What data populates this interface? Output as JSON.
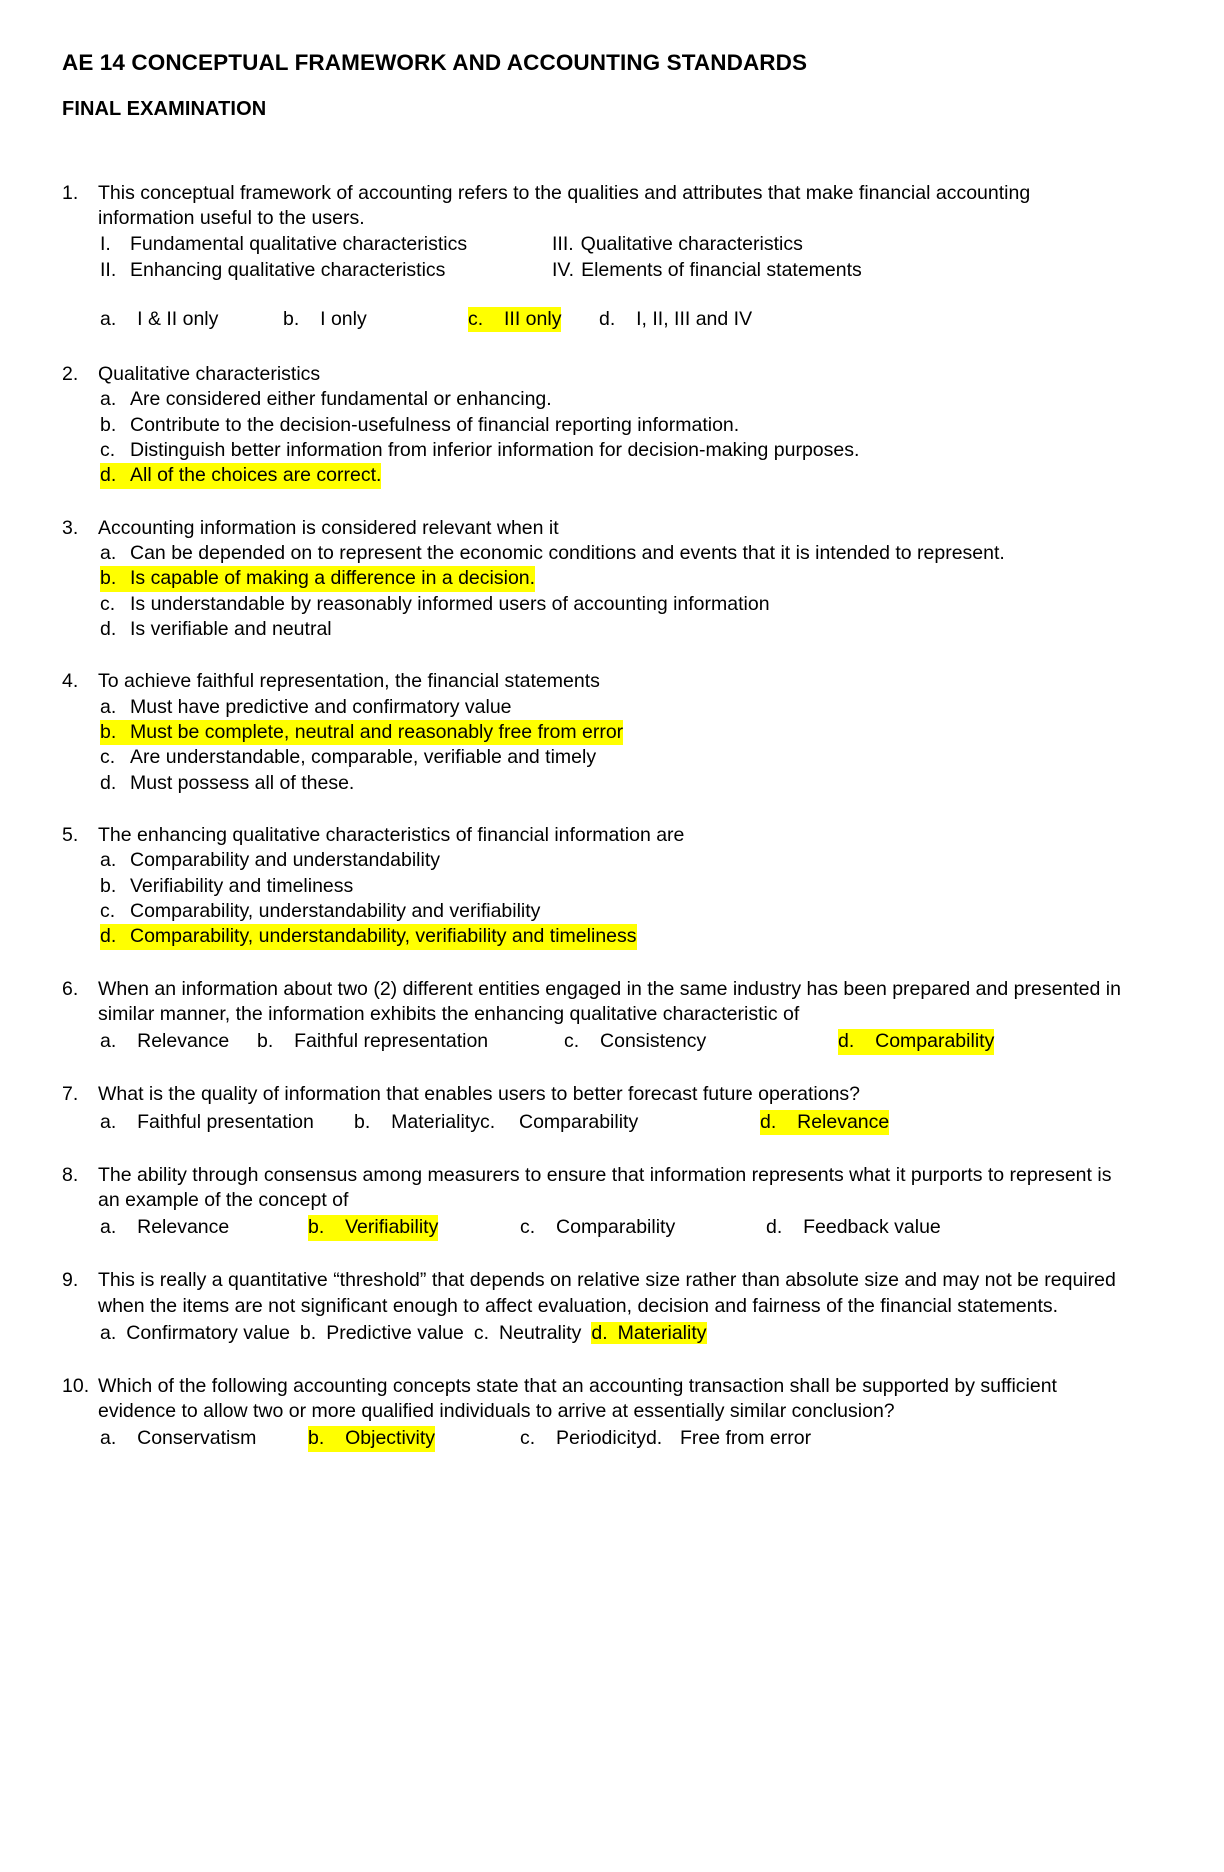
{
  "document": {
    "title": "AE 14 CONCEPTUAL FRAMEWORK AND ACCOUNTING STANDARDS",
    "subtitle": "FINAL EXAMINATION"
  },
  "highlight_color": "#ffff00",
  "questions": [
    {
      "number": "1.",
      "stem": "This conceptual framework of accounting refers to the qualities and attributes that make financial accounting information useful to the users.",
      "roman": [
        {
          "label": "I.",
          "text": "Fundamental qualitative characteristics"
        },
        {
          "label": "III.",
          "text": "Qualitative characteristics"
        },
        {
          "label": "II.",
          "text": "Enhancing qualitative characteristics"
        },
        {
          "label": "IV.",
          "text": "Elements of financial statements"
        }
      ],
      "options": [
        {
          "letter": "a.",
          "text": "I & II only",
          "highlighted": false
        },
        {
          "letter": "b.",
          "text": "I only",
          "highlighted": false
        },
        {
          "letter": "c.",
          "text": "III only",
          "highlighted": true
        },
        {
          "letter": "d.",
          "text": "I, II, III and IV",
          "highlighted": false
        }
      ]
    },
    {
      "number": "2.",
      "stem": "Qualitative characteristics",
      "options": [
        {
          "letter": "a.",
          "text": "Are considered either fundamental or enhancing.",
          "highlighted": false
        },
        {
          "letter": "b.",
          "text": "Contribute to the decision-usefulness of financial reporting information.",
          "highlighted": false
        },
        {
          "letter": "c.",
          "text": "Distinguish better information from inferior information for decision-making purposes.",
          "highlighted": false
        },
        {
          "letter": "d.",
          "text": "All of the choices are correct.",
          "highlighted": true
        }
      ]
    },
    {
      "number": "3.",
      "stem": "Accounting information is considered relevant when it",
      "options": [
        {
          "letter": "a.",
          "text": "Can be depended on to represent the economic conditions and events that it is intended to represent.",
          "highlighted": false
        },
        {
          "letter": "b.",
          "text": "Is capable of making a difference in a decision.",
          "highlighted": true
        },
        {
          "letter": "c.",
          "text": "Is understandable by reasonably informed users of accounting information",
          "highlighted": false
        },
        {
          "letter": "d.",
          "text": "Is verifiable and neutral",
          "highlighted": false
        }
      ]
    },
    {
      "number": "4.",
      "stem": "To achieve faithful representation, the financial statements",
      "options": [
        {
          "letter": "a.",
          "text": "Must have predictive and confirmatory value",
          "highlighted": false
        },
        {
          "letter": "b.",
          "text": "Must be complete, neutral and reasonably free from error",
          "highlighted": true
        },
        {
          "letter": "c.",
          "text": "Are understandable, comparable, verifiable and timely",
          "highlighted": false
        },
        {
          "letter": "d.",
          "text": "Must possess all of these.",
          "highlighted": false
        }
      ]
    },
    {
      "number": "5.",
      "stem": "The enhancing qualitative characteristics of financial information are",
      "options": [
        {
          "letter": "a.",
          "text": "Comparability and understandability",
          "highlighted": false
        },
        {
          "letter": "b.",
          "text": "Verifiability and timeliness",
          "highlighted": false
        },
        {
          "letter": "c.",
          "text": "Comparability, understandability and verifiability",
          "highlighted": false
        },
        {
          "letter": "d.",
          "text": "Comparability, understandability, verifiability and timeliness",
          "highlighted": true
        }
      ]
    },
    {
      "number": "6.",
      "stem": "When an information about two (2) different entities engaged in the same industry has been prepared and presented in similar manner, the information exhibits the enhancing qualitative characteristic of",
      "options": [
        {
          "letter": "a.",
          "text": "Relevance",
          "highlighted": false
        },
        {
          "letter": "b.",
          "text": "Faithful representation",
          "highlighted": false
        },
        {
          "letter": "c.",
          "text": "Consistency",
          "highlighted": false
        },
        {
          "letter": "d.",
          "text": "Comparability",
          "highlighted": true
        }
      ]
    },
    {
      "number": "7.",
      "stem": "What is the quality of information that enables users to better forecast future operations?",
      "options": [
        {
          "letter": "a.",
          "text": "Faithful presentation",
          "highlighted": false
        },
        {
          "letter": "b.",
          "text": "Materialityc.",
          "highlighted": false
        },
        {
          "letter": "",
          "text": "Comparability",
          "highlighted": false
        },
        {
          "letter": "d.",
          "text": "Relevance",
          "highlighted": true
        }
      ]
    },
    {
      "number": "8.",
      "stem": "The ability through consensus among measurers to ensure that information represents what it purports to represent is an example of the concept of",
      "options": [
        {
          "letter": "a.",
          "text": "Relevance",
          "highlighted": false
        },
        {
          "letter": "b.",
          "text": "Verifiability",
          "highlighted": true
        },
        {
          "letter": "c.",
          "text": "Comparability",
          "highlighted": false
        },
        {
          "letter": "d.",
          "text": "Feedback value",
          "highlighted": false
        }
      ]
    },
    {
      "number": "9.",
      "stem": "This is really a quantitative “threshold” that depends on relative size rather than absolute size and may not be required when the items are not significant enough to affect evaluation, decision and fairness of the financial statements.",
      "options": [
        {
          "letter": "a.",
          "text": "Confirmatory value",
          "highlighted": false
        },
        {
          "letter": "b.",
          "text": "Predictive value",
          "highlighted": false
        },
        {
          "letter": "c.",
          "text": "Neutrality",
          "highlighted": false
        },
        {
          "letter": "d.",
          "text": "Materiality",
          "highlighted": true
        }
      ]
    },
    {
      "number": "10.",
      "stem": "Which of the following accounting concepts state that an accounting transaction shall be supported by sufficient evidence to allow two or more qualified individuals to arrive at essentially similar conclusion?",
      "options": [
        {
          "letter": "a.",
          "text": "Conservatism",
          "highlighted": false
        },
        {
          "letter": "b.",
          "text": "Objectivity",
          "highlighted": true
        },
        {
          "letter": "c.",
          "text": "Periodicityd.",
          "highlighted": false
        },
        {
          "letter": "",
          "text": "Free from error",
          "highlighted": false
        }
      ]
    }
  ]
}
